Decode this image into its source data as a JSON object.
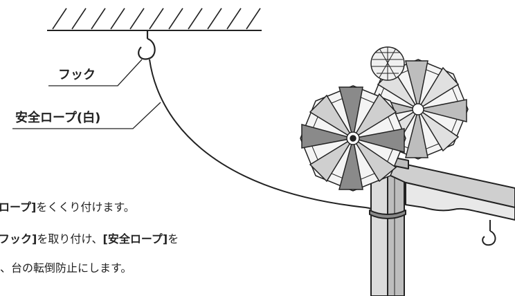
{
  "labels": {
    "hook": "フック",
    "safety_rope": "安全ロープ(白)"
  },
  "instructions": [
    {
      "pre": "",
      "bold": "ロープ]",
      "post": "をくくり付けます。"
    },
    {
      "pre": "",
      "bold": "フック]",
      "post": "を取り付け、",
      "bold2": "[安全ロープ]",
      "post2": "を"
    },
    {
      "pre": "、",
      "bold": "",
      "post": "台の転倒防止にします。"
    }
  ],
  "colors": {
    "ink": "#222222",
    "fill_light": "#e6e6e6",
    "fill_mid": "#bdbdbd",
    "fill_dark": "#8a8a8a"
  }
}
